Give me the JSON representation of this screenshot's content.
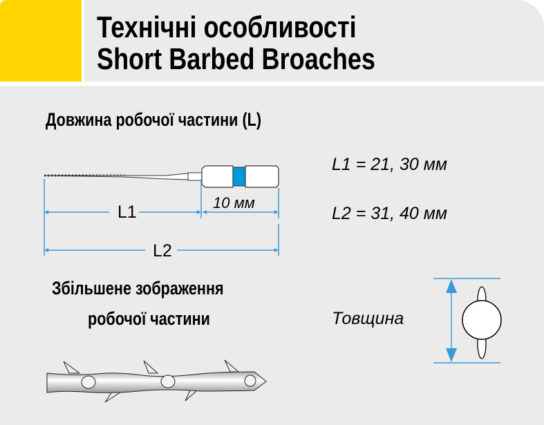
{
  "header": {
    "title_line1": "Технічні особливості",
    "title_line2": "Short Barbed Broaches"
  },
  "length_section": {
    "heading": "Довжина робочої частини (L)",
    "l1_label": "L1",
    "l2_label": "L2",
    "handle_length": "10 мм",
    "l1_values": "L1 = 21, 30 мм",
    "l2_values": "L2 = 31, 40 мм"
  },
  "magnified_section": {
    "heading_line1": "Збільшене зображення",
    "heading_line2": "робочої частини"
  },
  "thickness": {
    "label": "Товщина"
  },
  "colors": {
    "accent_yellow": "#FFD500",
    "background_gray": "#EBEBEB",
    "dimension_blue": "#3A9AD9",
    "handle_band_blue": "#0099DD"
  }
}
